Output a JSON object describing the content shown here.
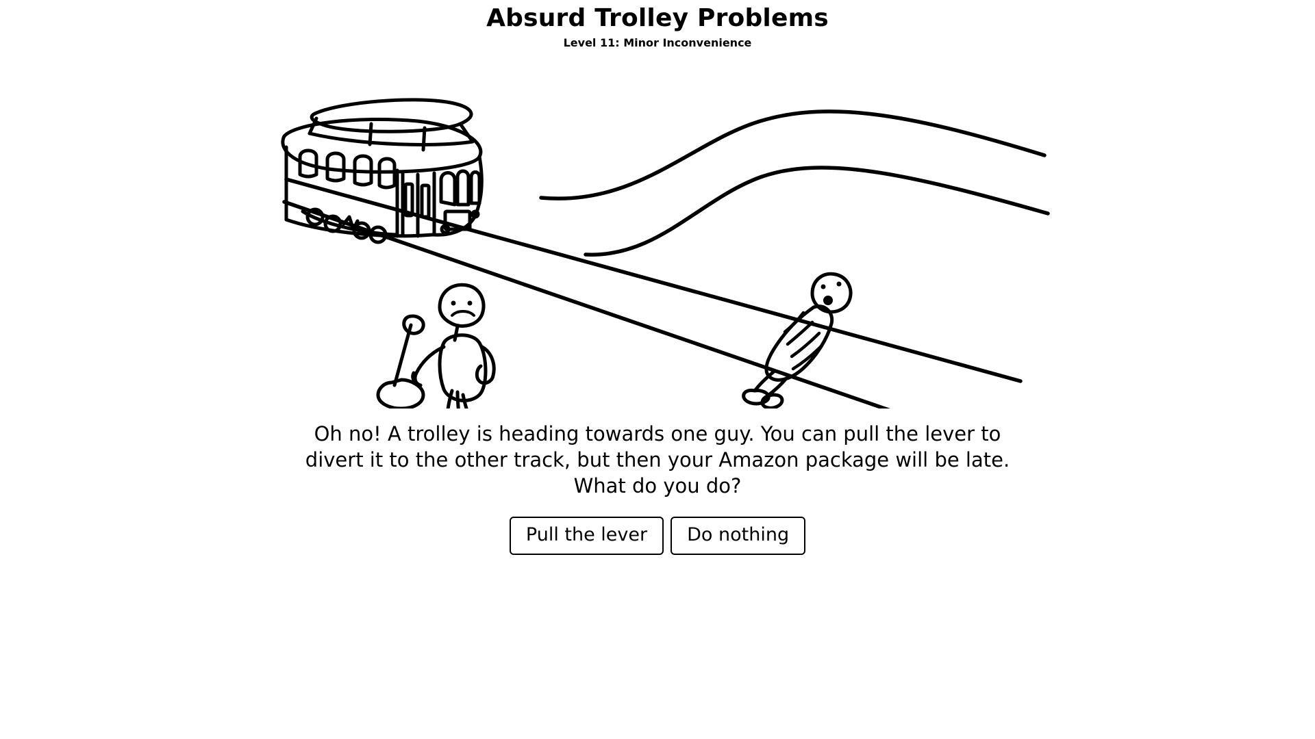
{
  "header": {
    "title": "Absurd Trolley Problems",
    "subtitle": "Level 11: Minor Inconvenience"
  },
  "scene": {
    "description": "A hand-drawn cable car trolley rolls down a track that forks; one branch curves up and away empty, the other continues down past a person tied to the rails. A worried stick figure stands beside a track-switch lever.",
    "trolley_label": "trolley",
    "lever_operator_label": "lever-operator",
    "victim_label": "person-tied-to-tracks",
    "main_track_label": "main-track",
    "diverted_track_label": "diverted-track",
    "stroke_color": "#000000",
    "background_color": "#ffffff"
  },
  "prompt": {
    "text": "Oh no! A trolley is heading towards one guy. You can pull the lever to divert it to the other track, but then your Amazon package will be late. What do you do?"
  },
  "choices": [
    {
      "id": "pull",
      "label": "Pull the lever"
    },
    {
      "id": "nothing",
      "label": "Do nothing"
    }
  ]
}
